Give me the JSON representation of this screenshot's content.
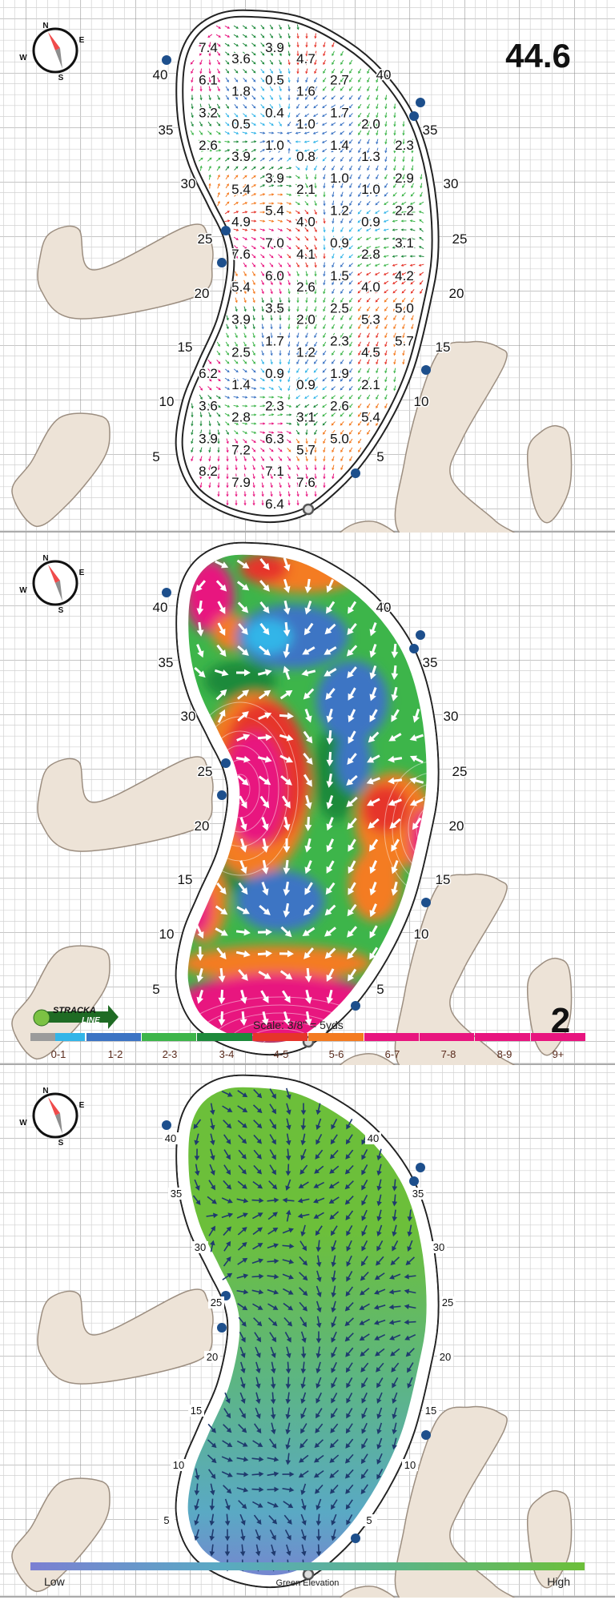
{
  "compass": {
    "n": "N",
    "e": "E",
    "s": "S",
    "w": "W"
  },
  "panel_top": {
    "score": "44.6",
    "slope_grid": [
      [
        "7.4",
        null,
        "3.9",
        null,
        null,
        null,
        null
      ],
      [
        null,
        "3.6",
        null,
        "4.7",
        null,
        null,
        null
      ],
      [
        "6.1",
        null,
        "0.5",
        null,
        "2.7",
        null,
        null
      ],
      [
        null,
        "1.8",
        null,
        "1.6",
        null,
        null,
        null
      ],
      [
        "3.2",
        null,
        "0.4",
        null,
        "1.7",
        null,
        null
      ],
      [
        null,
        "0.5",
        null,
        "1.0",
        null,
        "2.0",
        null
      ],
      [
        "2.6",
        null,
        "1.0",
        null,
        "1.4",
        null,
        "2.3"
      ],
      [
        null,
        "3.9",
        null,
        "0.8",
        null,
        "1.3",
        null
      ],
      [
        null,
        null,
        "3.9",
        null,
        "1.0",
        null,
        "2.9"
      ],
      [
        null,
        "5.4",
        null,
        "2.1",
        null,
        "1.0",
        null
      ],
      [
        null,
        null,
        "5.4",
        null,
        "1.2",
        null,
        "2.2"
      ],
      [
        null,
        "4.9",
        null,
        "4.0",
        null,
        "0.9",
        null
      ],
      [
        null,
        null,
        "7.0",
        null,
        "0.9",
        null,
        "3.1"
      ],
      [
        null,
        "7.6",
        null,
        "4.1",
        null,
        "2.8",
        null
      ],
      [
        null,
        null,
        "6.0",
        null,
        "1.5",
        null,
        "4.2"
      ],
      [
        null,
        "5.4",
        null,
        "2.6",
        null,
        "4.0",
        null
      ],
      [
        null,
        null,
        "3.5",
        null,
        "2.5",
        null,
        "5.0"
      ],
      [
        null,
        "3.9",
        null,
        "2.0",
        null,
        "5.3",
        null
      ],
      [
        null,
        null,
        "1.7",
        null,
        "2.3",
        null,
        "5.7"
      ],
      [
        null,
        "2.5",
        null,
        "1.2",
        null,
        "4.5",
        null
      ],
      [
        "6.2",
        null,
        "0.9",
        null,
        "1.9",
        null,
        null
      ],
      [
        null,
        "1.4",
        null,
        "0.9",
        null,
        "2.1",
        null
      ],
      [
        "3.6",
        null,
        "2.3",
        null,
        "2.6",
        null,
        null
      ],
      [
        null,
        "2.8",
        null,
        "3.1",
        null,
        "5.4",
        null
      ],
      [
        "3.9",
        null,
        "6.3",
        null,
        "5.0",
        null,
        null
      ],
      [
        null,
        "7.2",
        null,
        "5.7",
        null,
        null,
        null
      ],
      [
        "8.2",
        null,
        "7.1",
        null,
        null,
        null,
        null
      ],
      [
        null,
        "7.9",
        null,
        "7.6",
        null,
        null,
        null
      ],
      [
        null,
        null,
        "6.4",
        null,
        null,
        null,
        null
      ]
    ]
  },
  "distance_markers": [
    "5",
    "10",
    "15",
    "20",
    "25",
    "30",
    "35",
    "40"
  ],
  "panel_middle": {
    "hole_number": "2",
    "scale_text": "Scale: 3/8\" = 5yds",
    "logo": {
      "line1": "STRACKA",
      "line2": "LINE"
    },
    "slope_legend": [
      {
        "label": "0-1",
        "colors": [
          "#9b9b9b",
          "#33b5e8"
        ]
      },
      {
        "label": "1-2",
        "colors": [
          "#3c74c4"
        ]
      },
      {
        "label": "2-3",
        "colors": [
          "#3db54a"
        ]
      },
      {
        "label": "3-4",
        "colors": [
          "#1d8a3b"
        ]
      },
      {
        "label": "4-5",
        "colors": [
          "#e6342a"
        ]
      },
      {
        "label": "5-6",
        "colors": [
          "#f47b20"
        ]
      },
      {
        "label": "6-7",
        "colors": [
          "#e8157f"
        ]
      },
      {
        "label": "7-8",
        "colors": [
          "#e8157f"
        ]
      },
      {
        "label": "8-9",
        "colors": [
          "#e8157f"
        ]
      },
      {
        "label": "9+",
        "colors": [
          "#e8157f"
        ]
      }
    ]
  },
  "panel_bottom": {
    "legend_low": "Low",
    "legend_title": "Green Elevation",
    "legend_high": "High",
    "gradient_colors": [
      "#7b7fd2",
      "#5aa9c4",
      "#5cb585",
      "#6cbf3a"
    ]
  },
  "colors": {
    "bunker": "#ede3d7",
    "bunker_edge": "#9c8e80",
    "sprinkler": "#1d4f8c",
    "elevation_arrow": "#1f3a6e"
  }
}
